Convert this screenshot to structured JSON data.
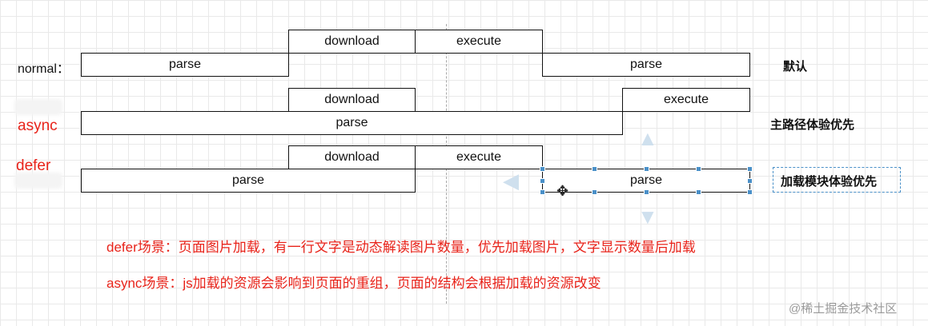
{
  "rows": {
    "normal": {
      "label": "normal：",
      "download": "download",
      "execute": "execute",
      "parse_before": "parse",
      "parse_after": "parse",
      "note": "默认"
    },
    "async": {
      "label": "async",
      "download": "download",
      "execute": "execute",
      "parse": "parse",
      "note": "主路径体验优先"
    },
    "defer": {
      "label": "defer",
      "download": "download",
      "execute": "execute",
      "parse_before": "parse",
      "parse_after": "parse",
      "note": "加载模块体验优先"
    }
  },
  "captions": {
    "defer": "defer场景：页面图片加载，有一行文字是动态解读图片数量，优先加载图片，文字显示数量后加载",
    "async": "async场景：js加载的资源会影响到页面的重组，页面的结构会根据加载的资源改变"
  },
  "watermark": "@稀土掘金技术社区",
  "colors": {
    "label_red": "#e8231a",
    "box_border": "#111111",
    "selection_blue": "#4a90c8",
    "grid": "#e9e9e9"
  },
  "icons": {
    "cursor": "move-cursor-icon",
    "guides": "alignment-arrow-icon"
  }
}
